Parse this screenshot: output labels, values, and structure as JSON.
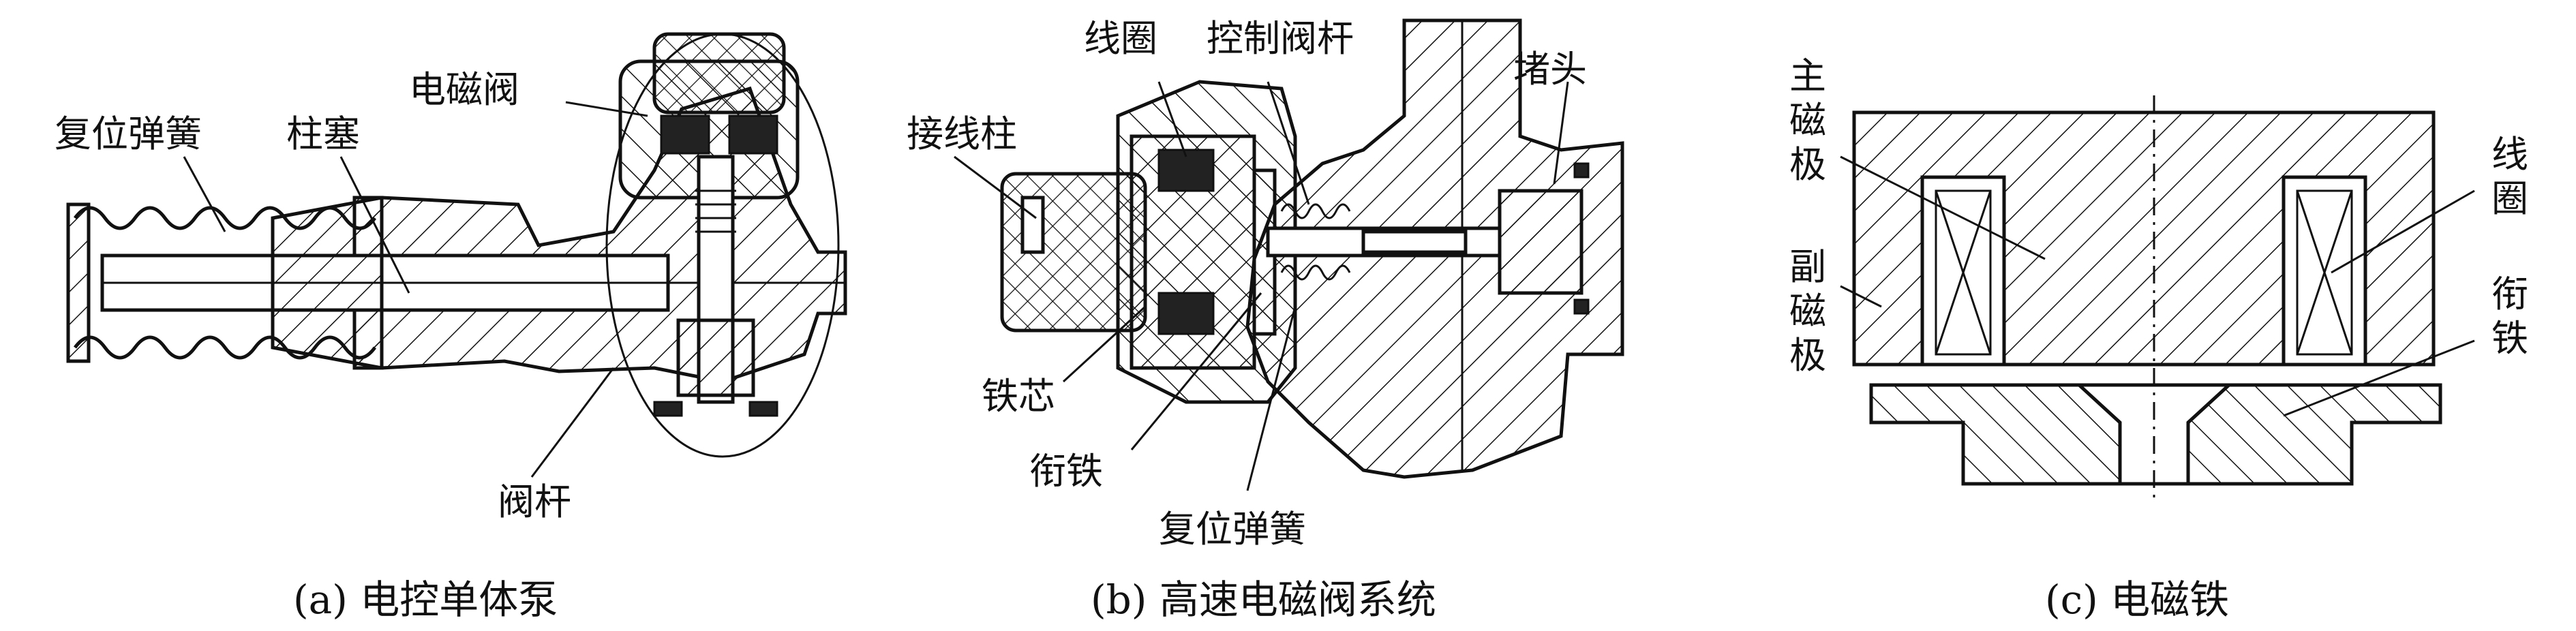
{
  "panel_a": {
    "caption": "(a) 电控单体泵",
    "labels": {
      "reset_spring": "复位弹簧",
      "plunger": "柱塞",
      "solenoid_valve": "电磁阀",
      "valve_stem": "阀杆"
    }
  },
  "panel_b": {
    "caption": "(b) 高速电磁阀系统",
    "labels": {
      "coil": "线圈",
      "control_valve_stem": "控制阀杆",
      "plug": "堵头",
      "terminal": "接线柱",
      "iron_core": "铁芯",
      "armature": "衔铁",
      "reset_spring": "复位弹簧"
    }
  },
  "panel_c": {
    "caption": "(c) 电磁铁",
    "labels": {
      "main_pole": [
        "主",
        "磁",
        "极"
      ],
      "secondary_pole": [
        "副",
        "磁",
        "极"
      ],
      "coil": [
        "线",
        "圈"
      ],
      "armature": [
        "衔",
        "铁"
      ]
    }
  }
}
